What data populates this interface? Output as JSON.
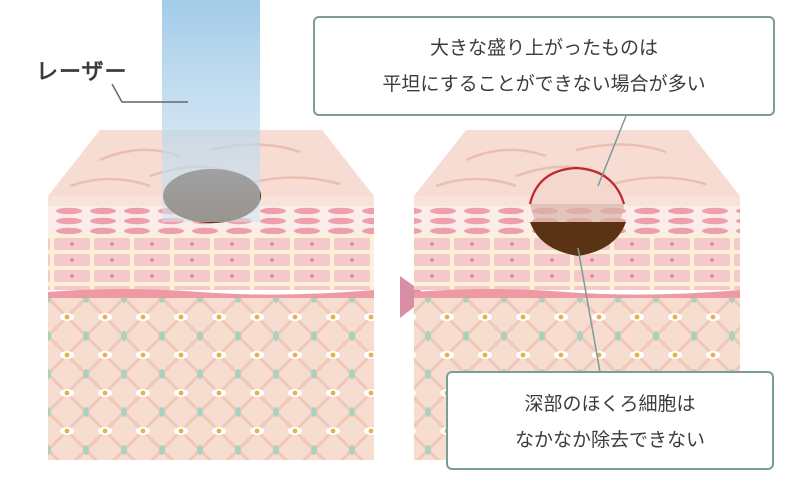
{
  "labels": {
    "laser": "レーザー"
  },
  "callouts": {
    "top": {
      "line1": "大きな盛り上がったものは",
      "line2": "平坦にすることができない場合が多い"
    },
    "bottom": {
      "line1": "深部のほくろ細胞は",
      "line2": "なかなか除去できない"
    }
  },
  "colors": {
    "skin_top": "#f6dcd2",
    "skin_wrinkle": "#e9bfb1",
    "mole_dark": "#5a3214",
    "mole_red_outline": "#c0262e",
    "dermis_pink": "#f3c5c9",
    "dermis_bg": "#fbeeea",
    "cell_yellow": "#fbf1d8",
    "fat_cell_bg": "#f7dcd0",
    "fat_green": "#a8d3c0",
    "fat_yellow": "#e3b24a",
    "arrow_pink": "#d98ea3",
    "callout_border": "#7a9d98",
    "laser_blue": "#a8cfe9"
  }
}
